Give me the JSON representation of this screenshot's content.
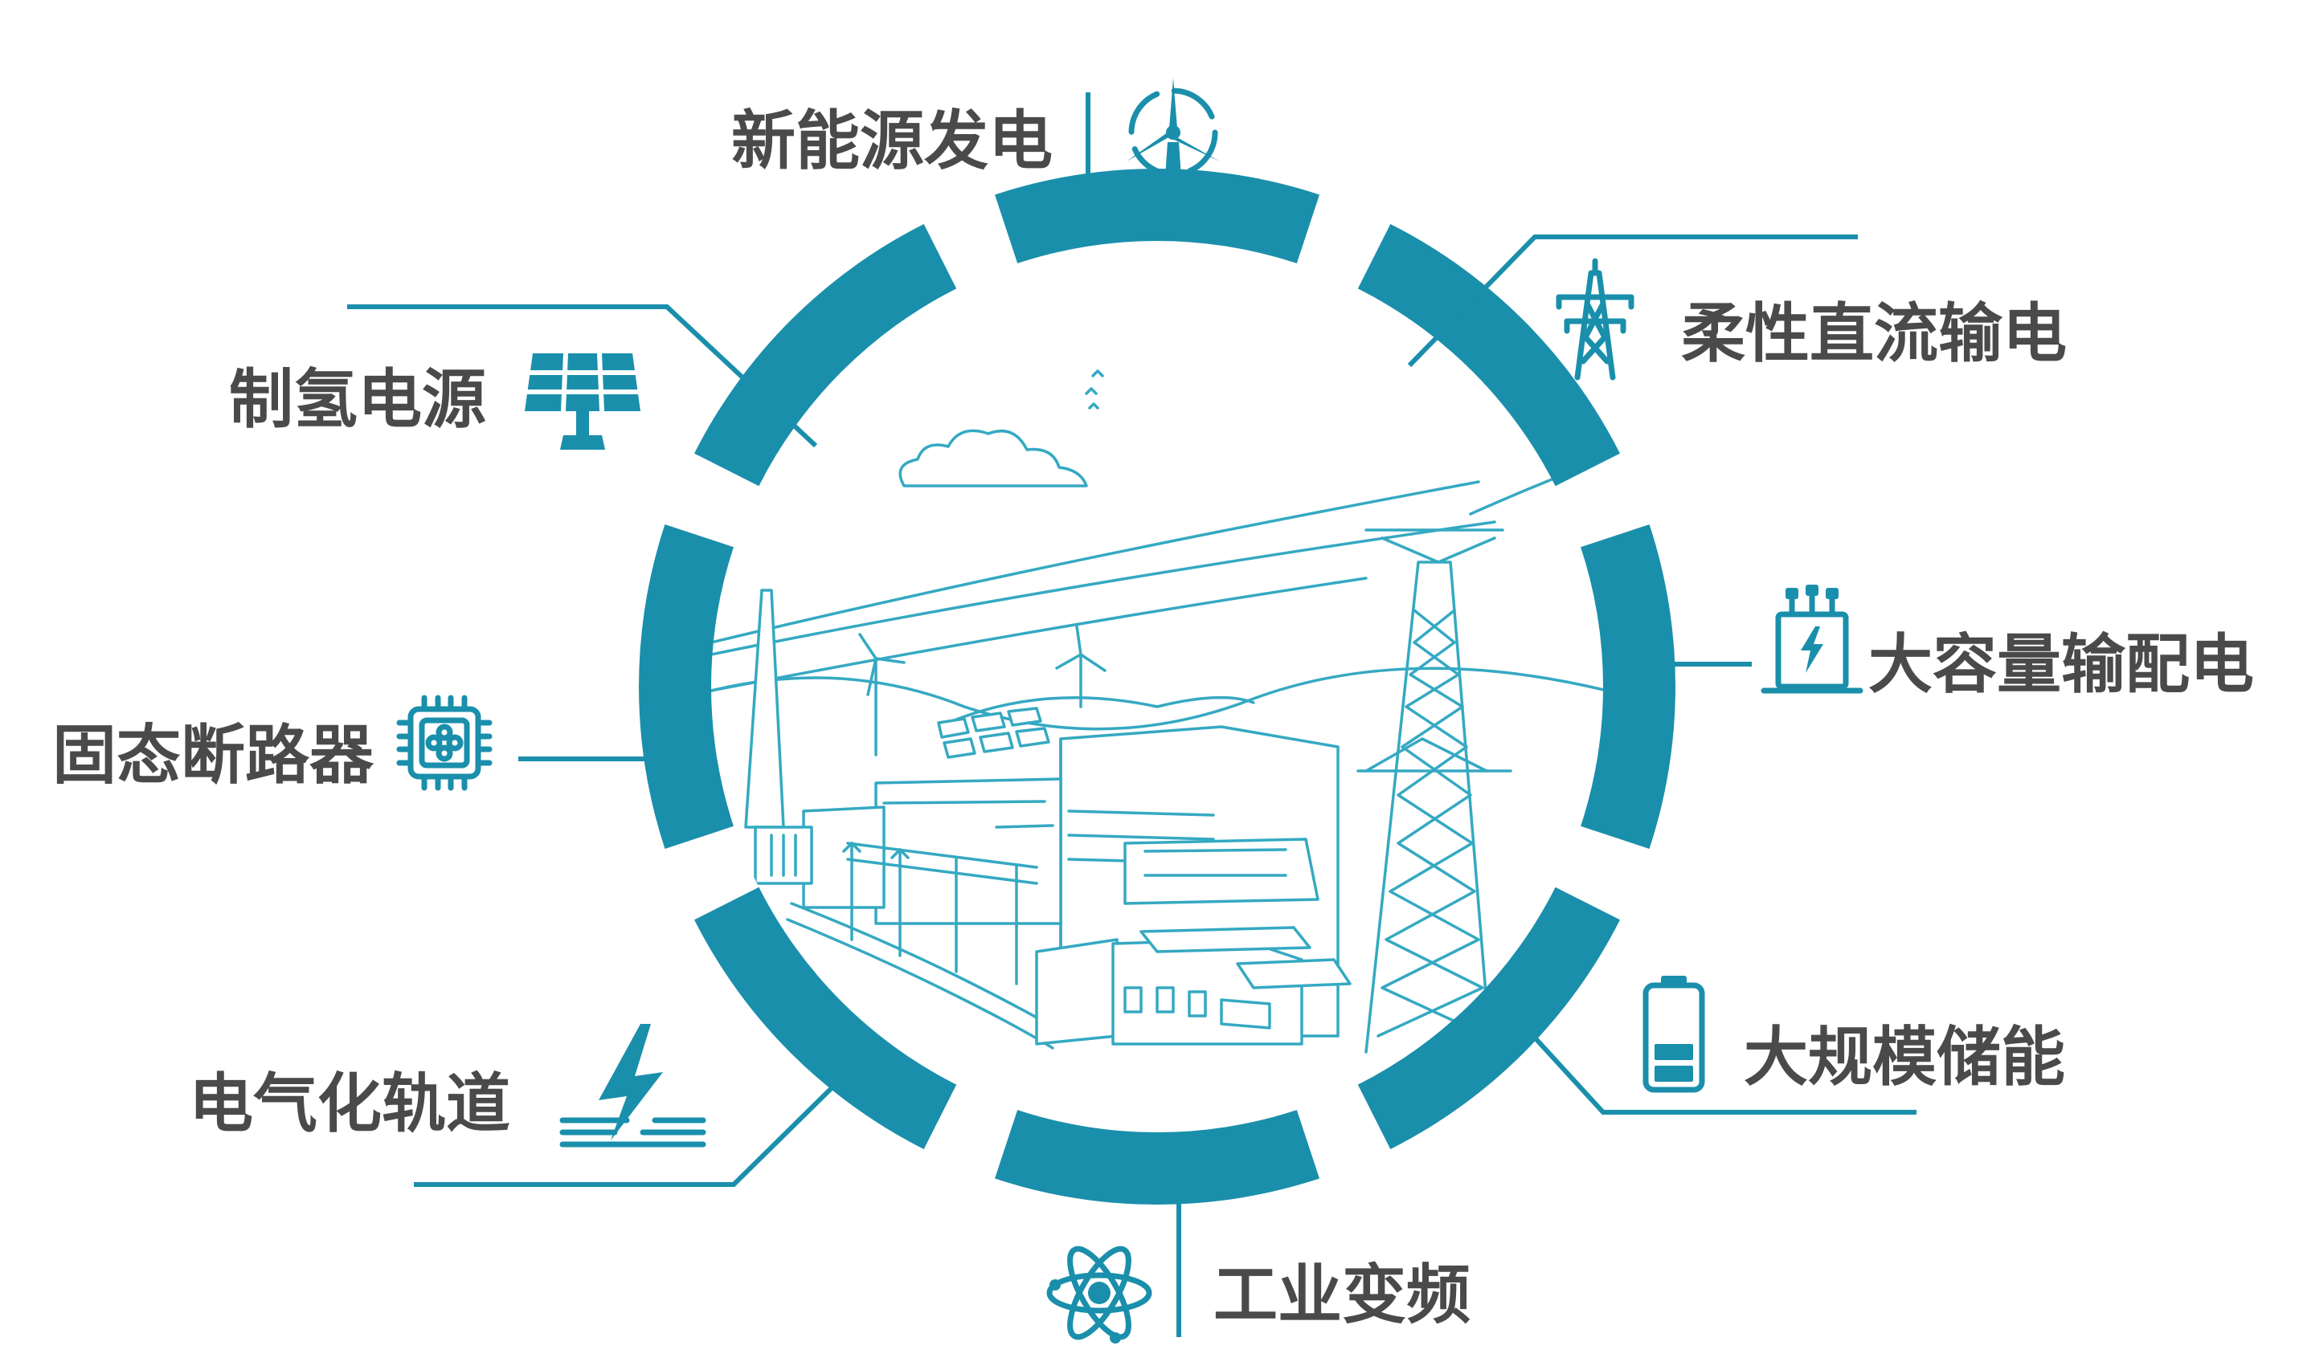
{
  "diagram": {
    "items": [
      {
        "label": "新能源发电",
        "icon": "wind-turbine-icon"
      },
      {
        "label": "柔性直流输电",
        "icon": "transmission-tower-icon"
      },
      {
        "label": "大容量输配电",
        "icon": "transformer-icon"
      },
      {
        "label": "大规模储能",
        "icon": "battery-icon"
      },
      {
        "label": "工业变频",
        "icon": "atom-icon"
      },
      {
        "label": "电气化轨道",
        "icon": "lightning-rail-icon"
      },
      {
        "label": "固态断路器",
        "icon": "chip-icon"
      },
      {
        "label": "制氢电源",
        "icon": "solar-panel-icon"
      }
    ],
    "center_image": "power-grid-landscape-illustration",
    "colors": {
      "accent": "#1a8fab",
      "text": "#4a4a4a",
      "sketch": "#35a9c2"
    }
  }
}
